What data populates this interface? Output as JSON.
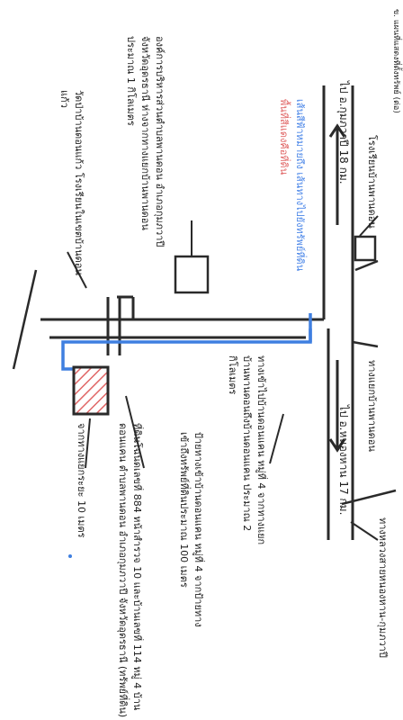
{
  "header_note": "ข. แผนที่แสดงที่ตั้งทรัพย์ (ต่อ)",
  "labels": {
    "to_ubon": "ไป อ.กุมภวาปี 18 กม.",
    "to_nong_han": "ไป อ.หนองหาน 17 กม.",
    "school_ban_phan_don": "โรงเรียนบ้านพานดอน",
    "ban_phan_don_market": "ทางแยกบ้านพานดอน",
    "nong_han_junction": "ทางหลวงสายหนองหาน-กุมภวาปี",
    "blue_route": "เส้นสีฟ้าหมายถึง เส้นทางไปยังทรัพย์ที่ดิน",
    "red_hatch": "พื้นที่สีแดงคือที่ดิน",
    "sao_wat_dong": "องค์การบริหารส่วนตำบลพานดอน อำเภอกุมภวาปี จังหวัดอุดรธานี ห่างจากทางแยกบ้านพานดอนประมาณ 1 กิโลเมตร",
    "donkaeng_temple": "วัดป่าบ้านดอนแก้ว โรงเรียนในเขตบ้านดอนแก้ว",
    "to_donkaeng_village": "ทางเข้าไปบ้านดอนแคน หมู่ที่ 4 จากทางแยกบ้านพานดอนถึงบ้านดอนแคน ประมาณ 2 กิโลเมตร",
    "village_sign": "ป้ายทางเข้าบ้านดอนแคน หมู่ที่ 4 จากป้ายทางเข้าถึงทรัพย์ที่ดินประมาณ 100 เมตร",
    "subject_property": "ที่ดินโฉนดเลขที่ 884 หน้าสำรวจ 10 และบ้านเลขที่ 114 หมู่ 4 บ้านดอนแคน ตำบลพานดอน อำเภอกุมภวาปี จังหวัดอุดรธานี (ทรัพย์ที่ดิน)",
    "distance_from_junction": "จากทางแยกระยะ 10 เมตร"
  },
  "colors": {
    "road": "#2a2a2a",
    "route": "#3f7fe0",
    "route_text": "#4a86e8",
    "property": "#e06666",
    "text": "#202020"
  }
}
